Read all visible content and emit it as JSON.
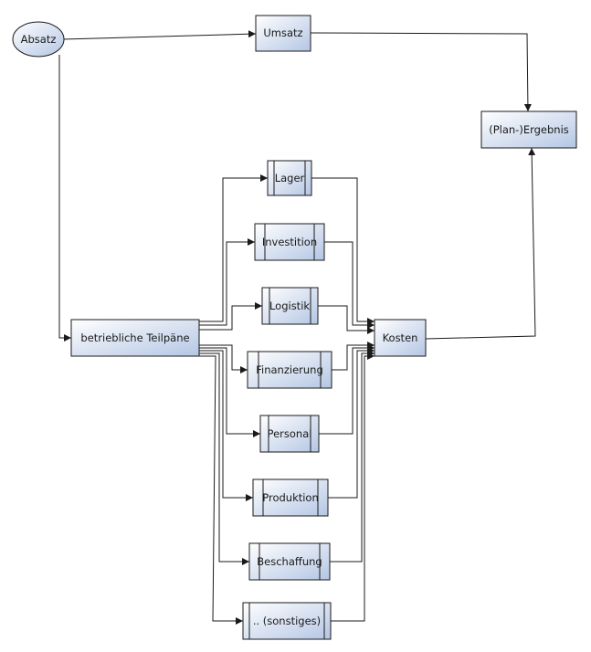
{
  "nodes": {
    "absatz": "Absatz",
    "umsatz": "Umsatz",
    "ergebnis": "(Plan-)Ergebnis",
    "teilplaene": "betriebliche Teilpäne",
    "kosten": "Kosten",
    "lager": "Lager",
    "investition": "Investition",
    "logistik": "Logistik",
    "finanzierung": "Finanzierung",
    "personal": "Personal",
    "produktion": "Produktion",
    "beschaffung": "Beschaffung",
    "sonstiges": ".. (sonstiges)"
  },
  "colors": {
    "node_fill_light": "#ffffff",
    "node_fill_dark": "#b4c6e4",
    "stroke": "#1a1a1a"
  }
}
